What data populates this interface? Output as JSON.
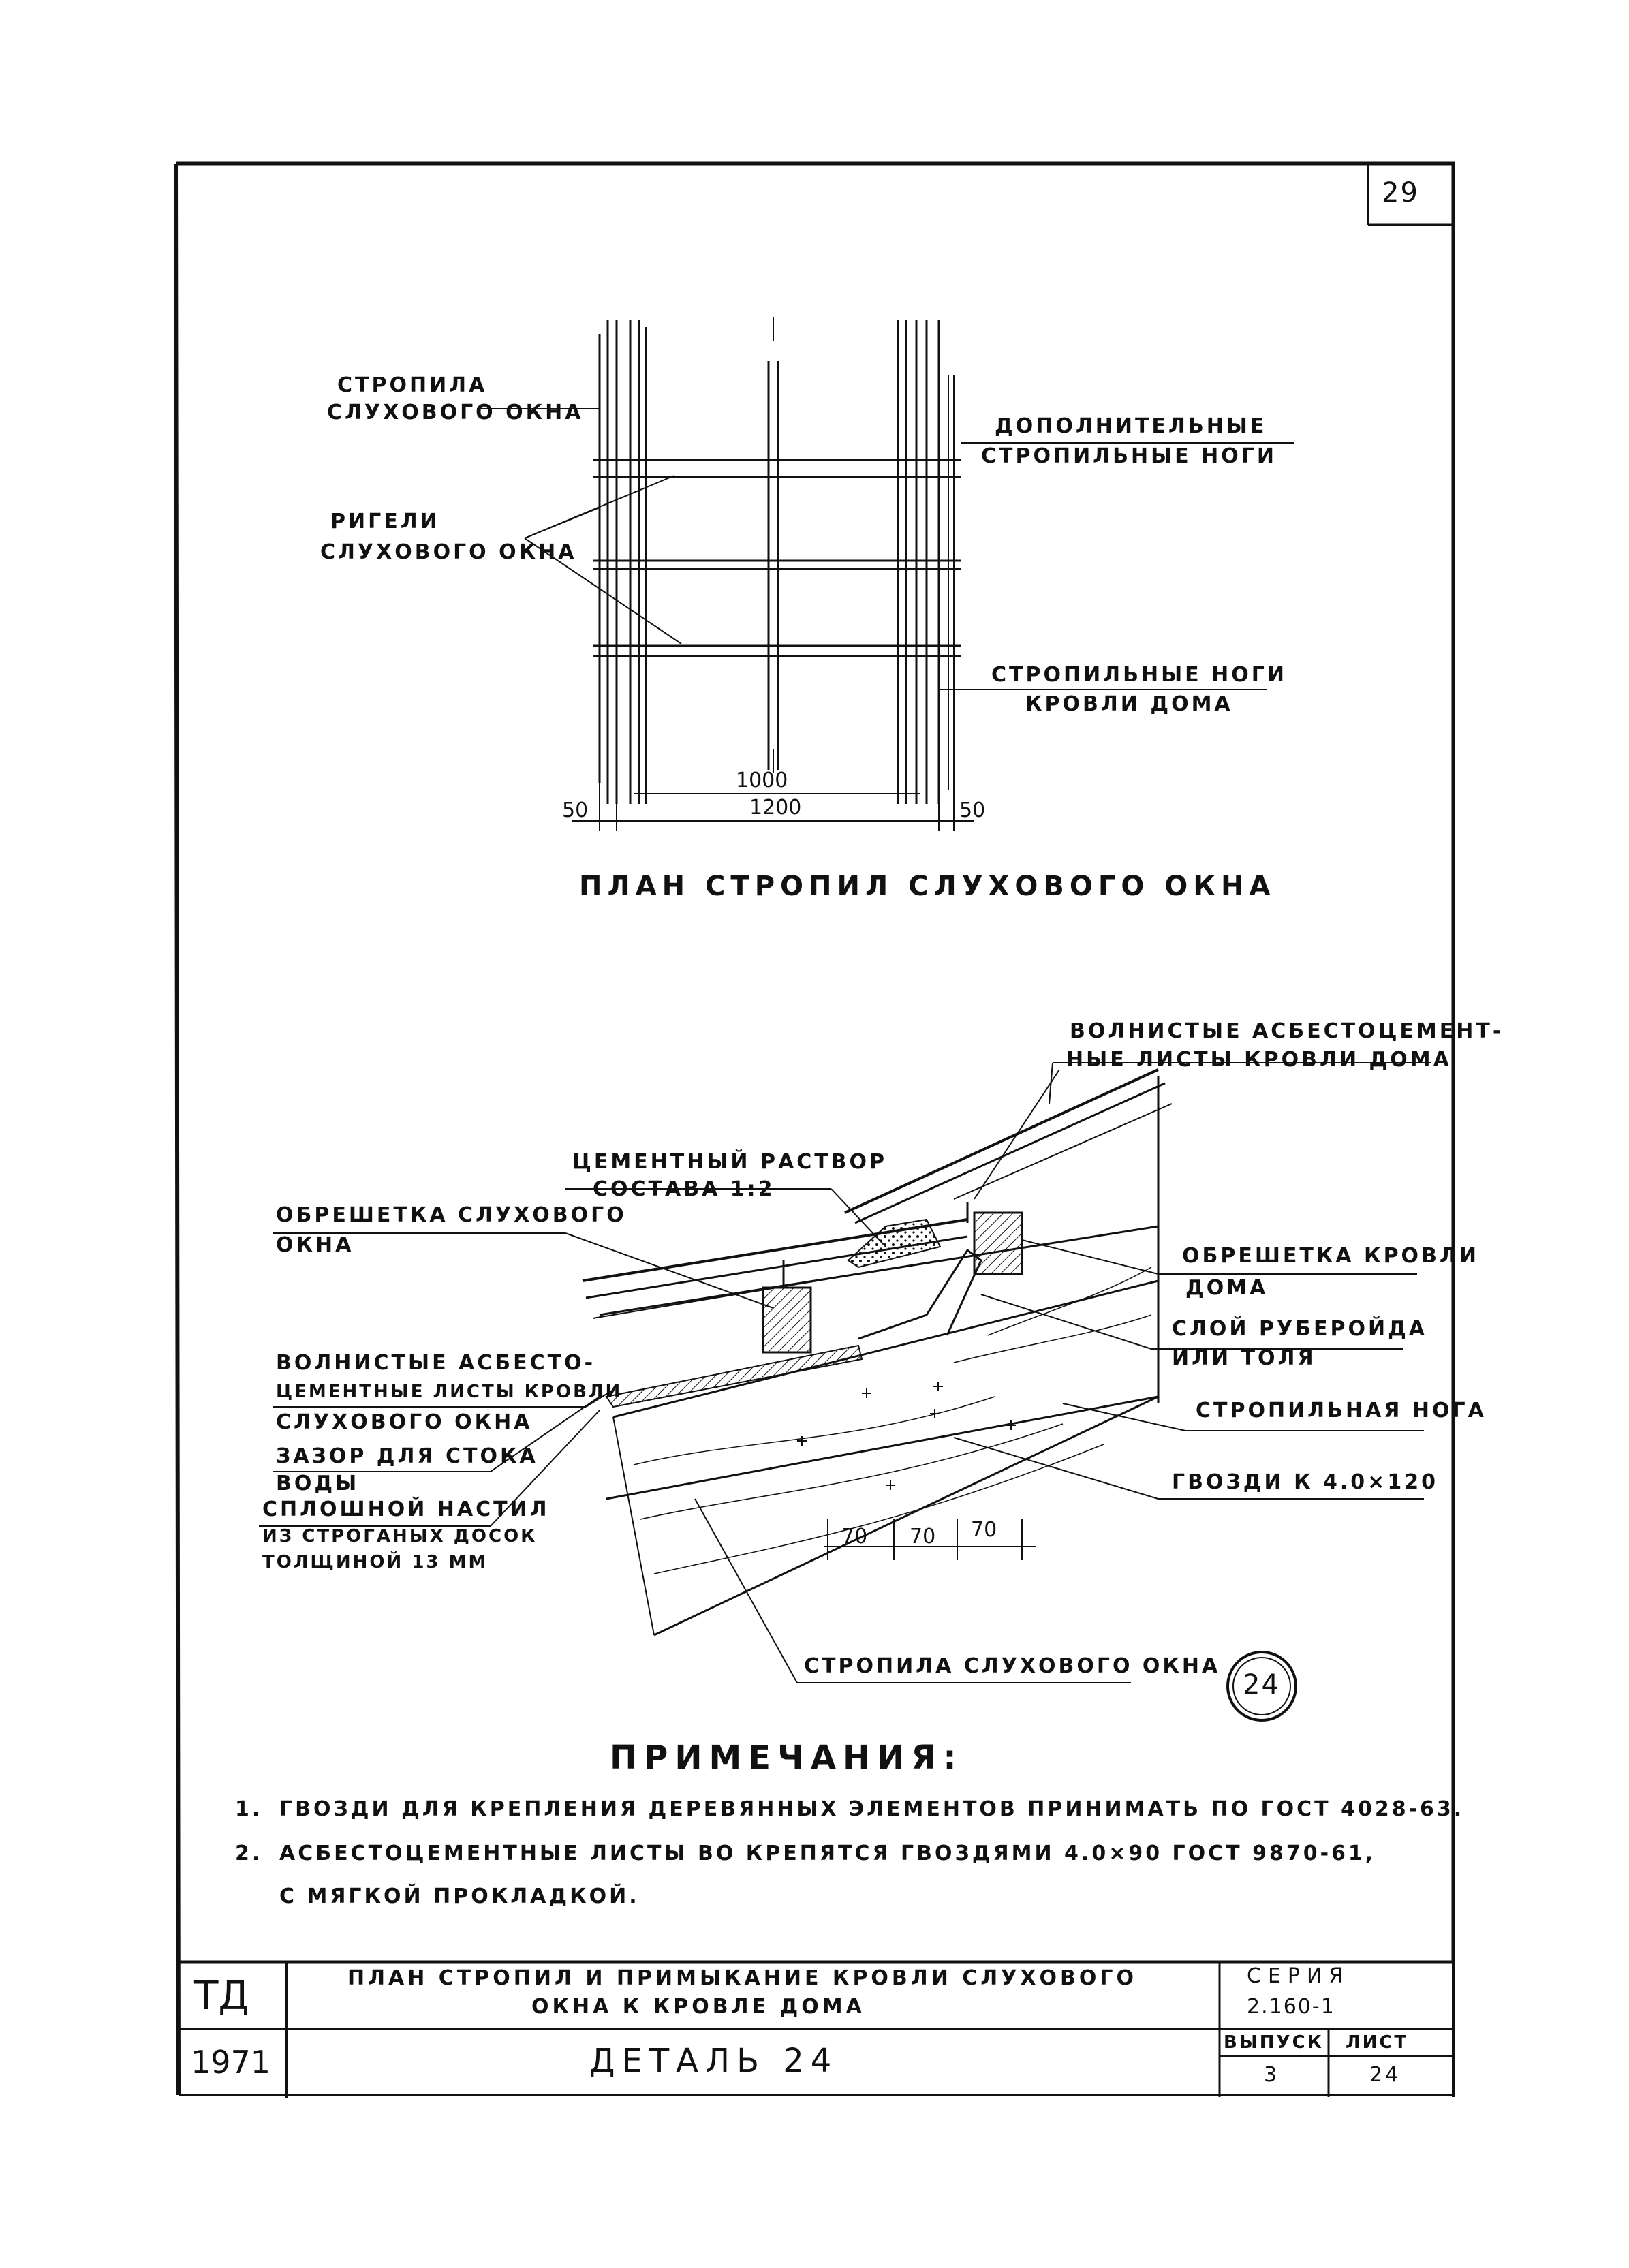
{
  "sheet_number": "29",
  "plan": {
    "title": "ПЛАН СТРОПИЛ СЛУХОВОГО ОКНА",
    "labels": {
      "dormer_rafters_l1": "СТРОПИЛА",
      "dormer_rafters_l2": "СЛУХОВОГО ОКНА",
      "additional_rafters_l1": "ДОПОЛНИТЕЛЬНЫЕ",
      "additional_rafters_l2": "СТРОПИЛЬНЫЕ НОГИ",
      "crossbars_l1": "РИГЕЛИ",
      "crossbars_l2": "СЛУХОВОГО ОКНА",
      "house_rafters_l1": "СТРОПИЛЬНЫЕ НОГИ",
      "house_rafters_l2": "КРОВЛИ ДОМА"
    },
    "dims": {
      "inner": "1000",
      "outer": "1200",
      "left": "50",
      "right": "50"
    }
  },
  "section": {
    "labels": {
      "wavy_sheets_house_l1": "ВОЛНИСТЫЕ АСБЕСТОЦЕМЕНТ-",
      "wavy_sheets_house_l2": "НЫЕ ЛИСТЫ КРОВЛИ ДОМА",
      "mortar_l1": "ЦЕМЕНТНЫЙ РАСТВОР",
      "mortar_l2": "СОСТАВА 1:2",
      "dormer_batten_l1": "ОБРЕШЕТКА СЛУХОВОГО",
      "dormer_batten_l2": "ОКНА",
      "house_batten_l1": "ОБРЕШЕТКА КРОВЛИ",
      "house_batten_l2": "ДОМА",
      "roofing_felt_l1": "СЛОЙ РУБЕРОЙДА",
      "roofing_felt_l2": "ИЛИ ТОЛЯ",
      "rafter_leg": "СТРОПИЛЬНАЯ НОГА",
      "nails": "ГВОЗДИ К 4.0×120",
      "wavy_sheets_dormer_l1": "ВОЛНИСТЫЕ АСБЕСТО-",
      "wavy_sheets_dormer_l2": "ЦЕМЕНТНЫЕ ЛИСТЫ КРОВЛИ",
      "wavy_sheets_dormer_l3": "СЛУХОВОГО ОКНА",
      "gap_l1": "ЗАЗОР ДЛЯ СТОКА",
      "gap_l2": "ВОДЫ",
      "decking_l1": "СПЛОШНОЙ НАСТИЛ",
      "decking_l2": "ИЗ СТРОГАНЫХ ДОСОК",
      "decking_l3": "ТОЛЩИНОЙ 13 ММ",
      "dormer_rafter": "СТРОПИЛА СЛУХОВОГО ОКНА"
    },
    "dims": [
      "70",
      "70",
      "70"
    ],
    "detail_marker": "24"
  },
  "notes": {
    "heading": "ПРИМЕЧАНИЯ:",
    "items": [
      {
        "num": "1.",
        "text": "ГВОЗДИ ДЛЯ КРЕПЛЕНИЯ ДЕРЕВЯННЫХ ЭЛЕМЕНТОВ ПРИНИМАТЬ ПО ГОСТ 4028-63."
      },
      {
        "num": "2.",
        "text": "АСБЕСТОЦЕМЕНТНЫЕ ЛИСТЫ ВО КРЕПЯТСЯ ГВОЗДЯМИ 4.0×90 ГОСТ 9870-61,"
      },
      {
        "num": "",
        "text": "С МЯГКОЙ ПРОКЛАДКОЙ."
      }
    ]
  },
  "title_block": {
    "td": "ТД",
    "year": "1971",
    "title_l1": "ПЛАН СТРОПИЛ И ПРИМЫКАНИЕ КРОВЛИ СЛУХОВОГО",
    "title_l2": "ОКНА К КРОВЛЕ ДОМА",
    "detail": "ДЕТАЛЬ 24",
    "series_label": "СЕРИЯ",
    "series_value": "2.160-1",
    "issue_label": "ВЫПУСК",
    "issue_value": "3",
    "sheet_label": "ЛИСТ",
    "sheet_value": "24"
  }
}
